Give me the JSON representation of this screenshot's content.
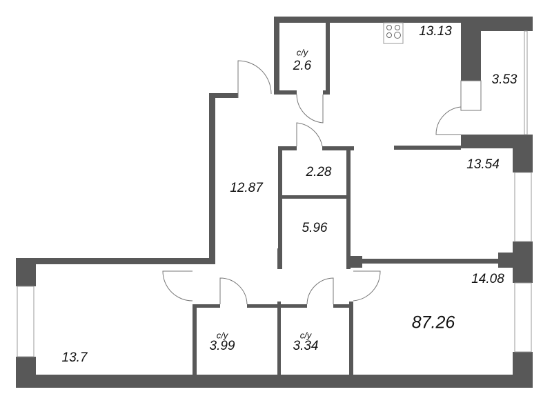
{
  "plan": {
    "total_area": "87.26",
    "wall_color": "#585858",
    "rooms": [
      {
        "id": "kitchen",
        "area": "13.13"
      },
      {
        "id": "wc-top",
        "type": "с/у",
        "area": "2.6"
      },
      {
        "id": "balcony",
        "area": "3.53"
      },
      {
        "id": "room-right-top",
        "area": "13.54"
      },
      {
        "id": "storage",
        "area": "2.28"
      },
      {
        "id": "hall",
        "area": "12.87"
      },
      {
        "id": "closet",
        "area": "5.96"
      },
      {
        "id": "room-right-bottom",
        "area": "14.08"
      },
      {
        "id": "wc-left",
        "type": "с/у",
        "area": "3.99"
      },
      {
        "id": "wc-right",
        "type": "с/у",
        "area": "3.34"
      },
      {
        "id": "room-left",
        "area": "13.7"
      }
    ]
  }
}
